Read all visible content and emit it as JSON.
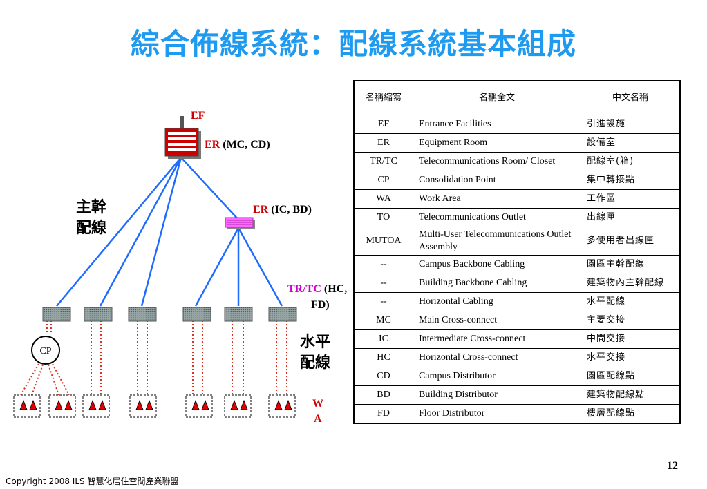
{
  "title": "綜合佈線系統：配線系統基本組成",
  "diagram": {
    "ef_label": "EF",
    "er_top": {
      "tag": "ER",
      "text": " (MC, CD)"
    },
    "er_mid": {
      "tag": "ER",
      "text": " (IC, BD)"
    },
    "tr_tc": {
      "tag": "TR/TC",
      "text1": " (HC,",
      "text2": "FD)"
    },
    "backbone_label": [
      "主幹",
      "配線"
    ],
    "horizontal_label": [
      "水平",
      "配線"
    ],
    "cp_label": "CP",
    "wa_label": [
      "W",
      "A"
    ],
    "colors": {
      "accent_red": "#cc0000",
      "accent_magenta": "#cc00cc",
      "link_blue": "#1e6cff",
      "cable_red": "#e03020"
    }
  },
  "table": {
    "headers": [
      "名稱縮寫",
      "名稱全文",
      "中文名稱"
    ],
    "rows": [
      [
        "EF",
        "Entrance Facilities",
        "引進設施"
      ],
      [
        "ER",
        "Equipment Room",
        "設備室"
      ],
      [
        "TR/TC",
        "Telecommunications Room/ Closet",
        "配線室(箱)"
      ],
      [
        "CP",
        "Consolidation Point",
        "集中轉接點"
      ],
      [
        "WA",
        "Work Area",
        "工作區"
      ],
      [
        "TO",
        "Telecommunications Outlet",
        "出線匣"
      ],
      [
        "MUTOA",
        "Multi-User Telecommunications Outlet Assembly",
        "多使用者出線匣"
      ],
      [
        "--",
        "Campus Backbone Cabling",
        "園區主幹配線"
      ],
      [
        "--",
        "Building Backbone Cabling",
        "建築物內主幹配線"
      ],
      [
        "--",
        "Horizontal Cabling",
        "水平配線"
      ],
      [
        "MC",
        "Main Cross-connect",
        "主要交接"
      ],
      [
        "IC",
        "Intermediate Cross-connect",
        "中間交接"
      ],
      [
        "HC",
        "Horizontal Cross-connect",
        "水平交接"
      ],
      [
        "CD",
        "Campus Distributor",
        "園區配線點"
      ],
      [
        "BD",
        "Building Distributor",
        "建築物配線點"
      ],
      [
        "FD",
        "Floor Distributor",
        "樓層配線點"
      ]
    ]
  },
  "page_number": "12",
  "copyright": "Copyright 2008 ILS 智慧化居住空間產業聯盟"
}
